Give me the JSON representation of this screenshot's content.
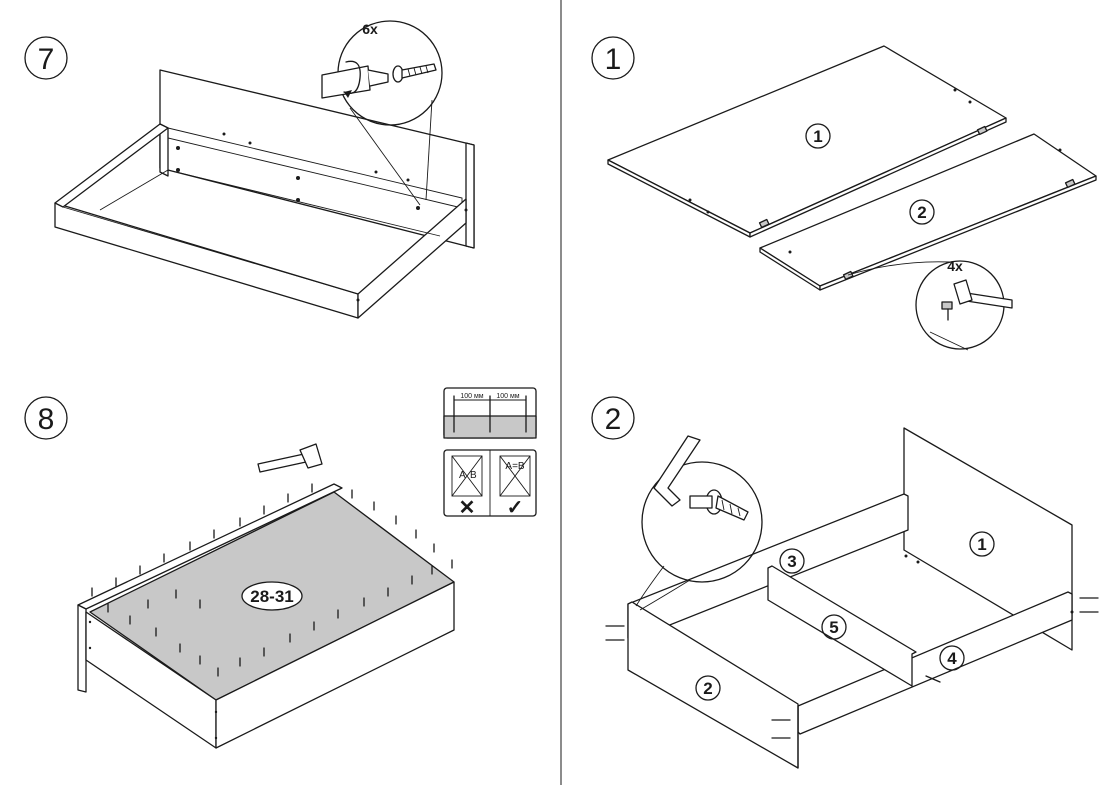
{
  "steps": {
    "step7": {
      "number": "7",
      "quantity": "6x"
    },
    "step1": {
      "number": "1",
      "quantity": "4x",
      "parts": [
        "1",
        "2"
      ]
    },
    "step8": {
      "number": "8",
      "part_range": "28-31",
      "spacing_left": "100 мм",
      "spacing_right": "100 мм",
      "diag_left": "A",
      "diag_right": "B",
      "diag_equal": "A=B",
      "mark_wrong": "✕",
      "mark_right": "✓"
    },
    "step2": {
      "number": "2",
      "parts": [
        "1",
        "3",
        "5",
        "4",
        "2"
      ]
    }
  },
  "colors": {
    "line": "#1a1a1a",
    "background": "#ffffff",
    "hardboard": "#c8c8c8"
  },
  "icons": [
    "screwdriver-icon",
    "screw-icon",
    "hammer-icon",
    "nail-icon",
    "cam-dowel-icon",
    "allen-key-icon",
    "magnifier-callout-icon"
  ]
}
